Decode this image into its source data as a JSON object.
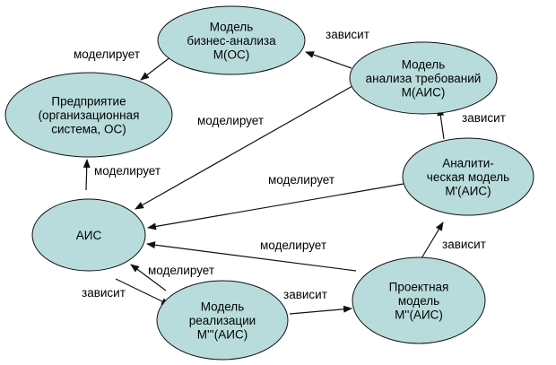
{
  "nodes": {
    "business_model": {
      "lines": [
        "Модель",
        "бизнес-анализа",
        "М(ОС)"
      ]
    },
    "enterprise": {
      "lines": [
        "Предприятие",
        "(организационная",
        "система, ОС)"
      ]
    },
    "requirements": {
      "lines": [
        "Модель",
        "анализа требований",
        "М(АИС)"
      ]
    },
    "analytic": {
      "lines": [
        "Аналити-",
        "ческая модель",
        "М'(АИС)"
      ]
    },
    "ais": {
      "lines": [
        "АИС"
      ]
    },
    "project": {
      "lines": [
        "Проектная",
        "модель",
        "М''(АИС)"
      ]
    },
    "implementation": {
      "lines": [
        "Модель",
        "реализации",
        "М'''(АИС)"
      ]
    }
  },
  "edges": [
    {
      "from": "business_model",
      "to": "enterprise",
      "label": "моделирует"
    },
    {
      "from": "requirements",
      "to": "business_model",
      "label": "зависит"
    },
    {
      "from": "requirements",
      "to": "ais",
      "label": "моделирует"
    },
    {
      "from": "ais",
      "to": "enterprise",
      "label": "моделирует"
    },
    {
      "from": "analytic",
      "to": "requirements",
      "label": "зависит"
    },
    {
      "from": "analytic",
      "to": "ais",
      "label": "моделирует"
    },
    {
      "from": "project",
      "to": "ais",
      "label": "моделирует"
    },
    {
      "from": "project",
      "to": "analytic",
      "label": "зависит"
    },
    {
      "from": "implementation",
      "to": "ais",
      "label": "моделирует"
    },
    {
      "from": "ais",
      "to": "implementation",
      "label": "зависит"
    },
    {
      "from": "implementation",
      "to": "project",
      "label": "зависит"
    }
  ]
}
